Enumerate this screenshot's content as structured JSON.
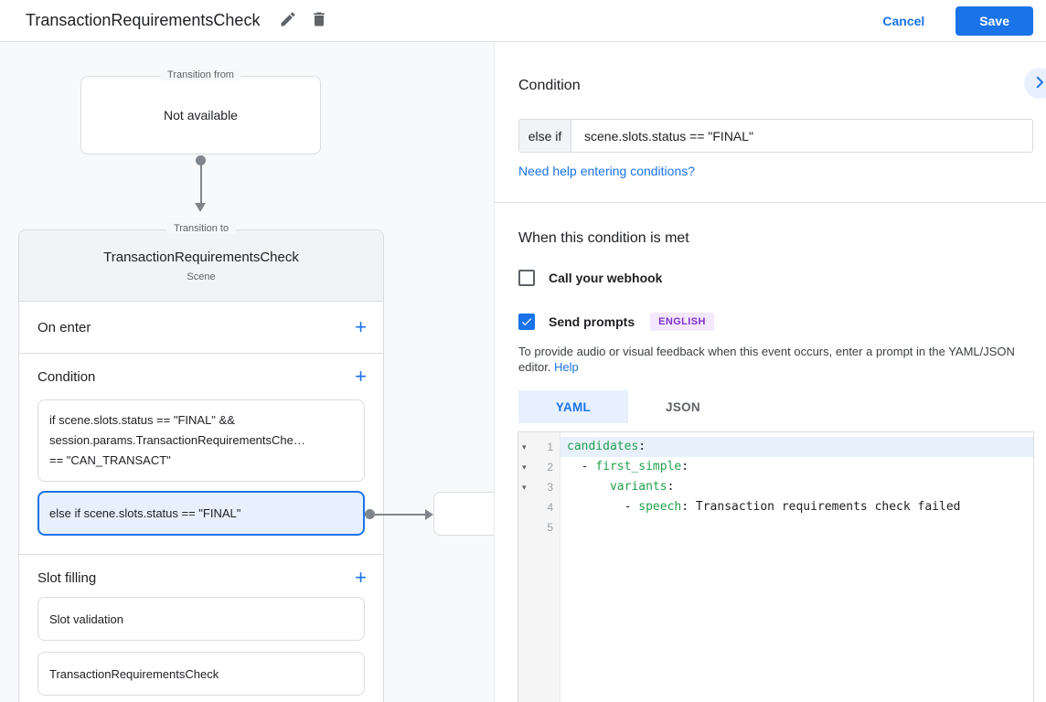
{
  "header": {
    "title": "TransactionRequirementsCheck",
    "cancel_label": "Cancel",
    "save_label": "Save"
  },
  "icons": {
    "add_glyph": "+",
    "fold_glyph": "▾"
  },
  "colors": {
    "accent_blue": "#1a73e8",
    "accent_light_blue": "#e8f0fe",
    "code_key_green": "#22a04c",
    "badge_purple": "#8430ce",
    "badge_purple_bg": "#f3e8fd",
    "selected_line_bg": "#e8f1fb",
    "canvas_gray": "#f8f9fa",
    "border_gray": "#dadce0"
  },
  "diagram": {
    "transition_from": {
      "label": "Transition from",
      "content": "Not available"
    },
    "transition_to": {
      "label": "Transition to",
      "title": "TransactionRequirementsCheck",
      "subtitle": "Scene",
      "on_enter": {
        "label": "On enter"
      },
      "condition": {
        "label": "Condition",
        "items": [
          {
            "selected": false,
            "lines": [
              "if scene.slots.status == \"FINAL\" &&",
              "session.params.TransactionRequirementsChe…",
              "== \"CAN_TRANSACT\""
            ]
          },
          {
            "selected": true,
            "lines": [
              "else if scene.slots.status == \"FINAL\""
            ]
          }
        ]
      },
      "slot_filling": {
        "label": "Slot filling",
        "items": [
          "Slot validation",
          "TransactionRequirementsCheck"
        ]
      }
    }
  },
  "panel": {
    "title": "Condition",
    "condition": {
      "prefix": "else if",
      "value": "scene.slots.status == \"FINAL\""
    },
    "help_link": "Need help entering conditions?",
    "when": {
      "heading": "When this condition is met",
      "webhook": {
        "label": "Call your webhook",
        "checked": false
      },
      "prompts": {
        "label": "Send prompts",
        "checked": true,
        "badge": "ENGLISH"
      },
      "description": "To provide audio or visual feedback when this event occurs, enter a prompt in the YAML/JSON editor.",
      "description_link": "Help"
    },
    "tabs": [
      {
        "label": "YAML",
        "active": true
      },
      {
        "label": "JSON",
        "active": false
      }
    ],
    "editor": {
      "lines": [
        {
          "number": "1",
          "fold": true,
          "highlight": true,
          "segments": [
            [
              "key",
              "candidates"
            ],
            [
              "plain",
              ":"
            ]
          ]
        },
        {
          "number": "2",
          "fold": true,
          "highlight": false,
          "segments": [
            [
              "plain",
              "  - "
            ],
            [
              "key",
              "first_simple"
            ],
            [
              "plain",
              ":"
            ]
          ]
        },
        {
          "number": "3",
          "fold": true,
          "highlight": false,
          "segments": [
            [
              "plain",
              "      "
            ],
            [
              "key",
              "variants"
            ],
            [
              "plain",
              ":"
            ]
          ]
        },
        {
          "number": "4",
          "fold": false,
          "highlight": false,
          "segments": [
            [
              "plain",
              "        - "
            ],
            [
              "key",
              "speech"
            ],
            [
              "plain",
              ": "
            ],
            [
              "value",
              "Transaction requirements check failed"
            ]
          ]
        },
        {
          "number": "5",
          "fold": false,
          "highlight": false,
          "segments": []
        }
      ]
    }
  }
}
